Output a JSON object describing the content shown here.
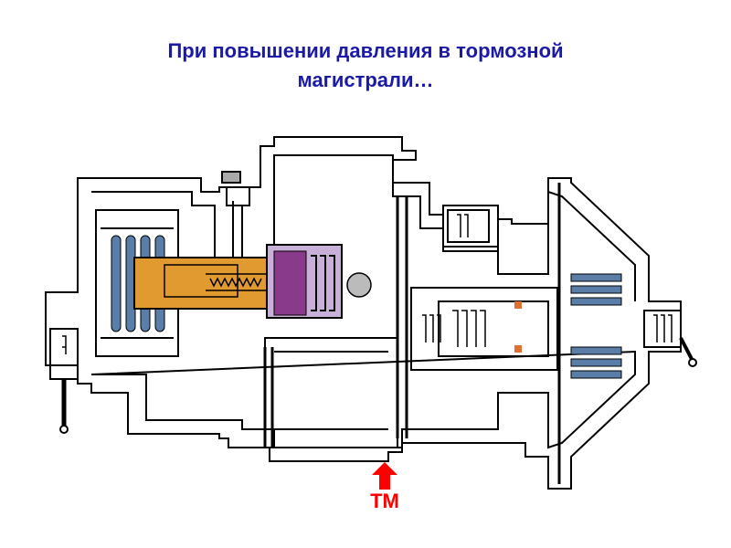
{
  "title": {
    "line1": "При повышении давления в тормозной",
    "line2": "магистрали…"
  },
  "port_label": "ТМ",
  "colors": {
    "title": "#1a1aa6",
    "outline": "#000000",
    "spring_blue": "#5a7ea8",
    "piston_gold": "#e09a30",
    "valve_purple": "#8a3a8a",
    "arrow_red": "#ff0000"
  }
}
